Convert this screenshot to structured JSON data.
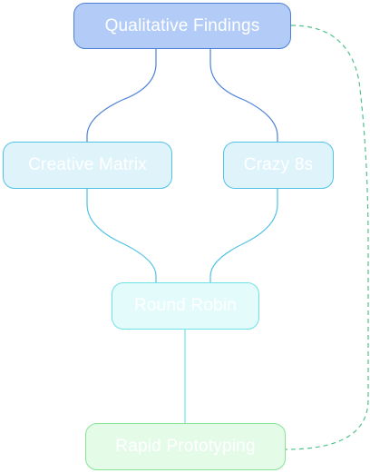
{
  "diagram": {
    "nodes": {
      "qualitative_findings": "Qualitative Findings",
      "creative_matrix": "Creative Matrix",
      "crazy_8s": "Crazy 8s",
      "round_robin": "Round Robin",
      "rapid_prototyping": "Rapid Prototyping"
    },
    "edges": [
      {
        "from": "Qualitative Findings",
        "to": "Creative Matrix",
        "style": "solid"
      },
      {
        "from": "Qualitative Findings",
        "to": "Crazy 8s",
        "style": "solid"
      },
      {
        "from": "Creative Matrix",
        "to": "Round Robin",
        "style": "solid"
      },
      {
        "from": "Crazy 8s",
        "to": "Round Robin",
        "style": "solid"
      },
      {
        "from": "Round Robin",
        "to": "Rapid Prototyping",
        "style": "solid"
      },
      {
        "from": "Qualitative Findings",
        "to": "Rapid Prototyping",
        "style": "dashed"
      }
    ],
    "colors": {
      "blue_edge": "#4f80d9",
      "cyan_edge": "#51c2e6",
      "teal_edge": "#6ee2e9",
      "green_edge": "#88e398",
      "text": "#ffffff"
    }
  }
}
